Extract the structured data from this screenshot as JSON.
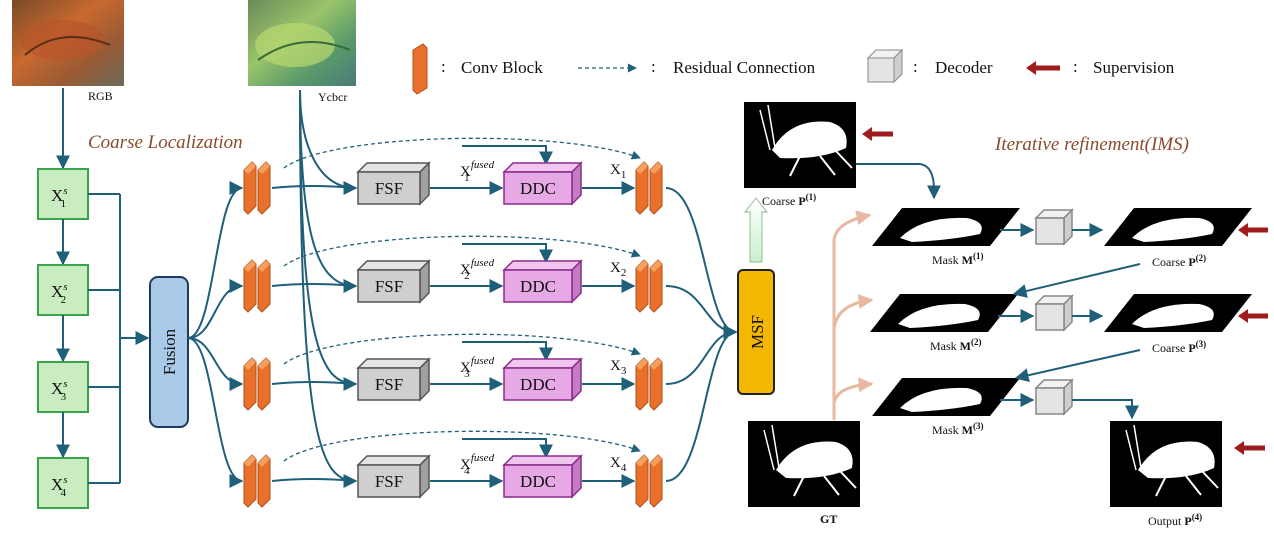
{
  "inputs": {
    "rgb_label": "RGB",
    "ycbcr_label": "Ycbcr"
  },
  "legend": {
    "conv_block": "Conv Block",
    "residual": "Residual Connection",
    "decoder": "Decoder",
    "supervision": "Supervision",
    "separator": ":"
  },
  "sections": {
    "coarse": "Coarse Localization",
    "iterative": "Iterative refinement(IMS)"
  },
  "encoder": {
    "x_base": "X",
    "sup": "s",
    "subs": [
      "1",
      "2",
      "3",
      "4"
    ]
  },
  "fusion_label": "Fusion",
  "fsf_label": "FSF",
  "ddc_label": "DDC",
  "msf_label": "MSF",
  "fused": {
    "base": "X",
    "sup": "fused",
    "subs": [
      "1",
      "2",
      "3",
      "4"
    ]
  },
  "branch_x": [
    "X",
    "X",
    "X",
    "X"
  ],
  "branch_x_subs": [
    "1",
    "2",
    "3",
    "4"
  ],
  "coarse_p1": {
    "prefix": "Coarse ",
    "p": "P",
    "sup": "(1)"
  },
  "masks": [
    {
      "prefix": "Mask ",
      "m": "M",
      "sup": "(1)"
    },
    {
      "prefix": "Mask ",
      "m": "M",
      "sup": "(2)"
    },
    {
      "prefix": "Mask ",
      "m": "M",
      "sup": "(3)"
    }
  ],
  "coarse_right": [
    {
      "prefix": "Coarse ",
      "p": "P",
      "sup": "(2)"
    },
    {
      "prefix": "Coarse ",
      "p": "P",
      "sup": "(3)"
    }
  ],
  "output": {
    "prefix": "Output ",
    "p": "P",
    "sup": "(4)"
  },
  "gt_label": "GT",
  "colors": {
    "conn": "#1f5f7a",
    "encoder_fill": "#c9ecc0",
    "encoder_stroke": "#3aa34a",
    "fusion_fill": "#a9cbe9",
    "fsf_fill": "#cfcfcf",
    "ddc_fill": "#e6a9e6",
    "ddc_stroke": "#8a2b8a",
    "msf_fill": "#f5b800",
    "conv": "#e8702a",
    "supervision": "#a01c1c",
    "section_text": "#8b4a2b"
  }
}
